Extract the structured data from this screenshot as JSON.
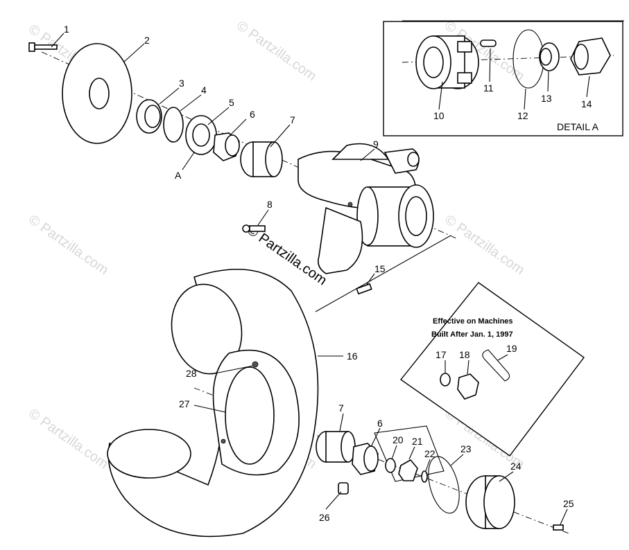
{
  "watermark": "© Partzilla.com",
  "callouts": {
    "c1": "1",
    "c2": "2",
    "c3": "3",
    "c4": "4",
    "c5": "5",
    "c6": "6",
    "c7": "7",
    "c8": "8",
    "c9": "9",
    "c10": "10",
    "c11": "11",
    "c12": "12",
    "c13": "13",
    "c14": "14",
    "c15": "15",
    "c16": "16",
    "c17": "17",
    "c18": "18",
    "c19": "19",
    "c20": "20",
    "c21": "21",
    "c22": "22",
    "c23": "23",
    "c24": "24",
    "c25": "25",
    "c26": "26",
    "c27": "27",
    "c28": "28",
    "c6b": "6",
    "c7b": "7",
    "cA": "A"
  },
  "detail_a": {
    "label": "DETAIL A"
  },
  "note_box": {
    "line1": "Effective on Machines",
    "line2": "Built After Jan. 1, 1997"
  }
}
